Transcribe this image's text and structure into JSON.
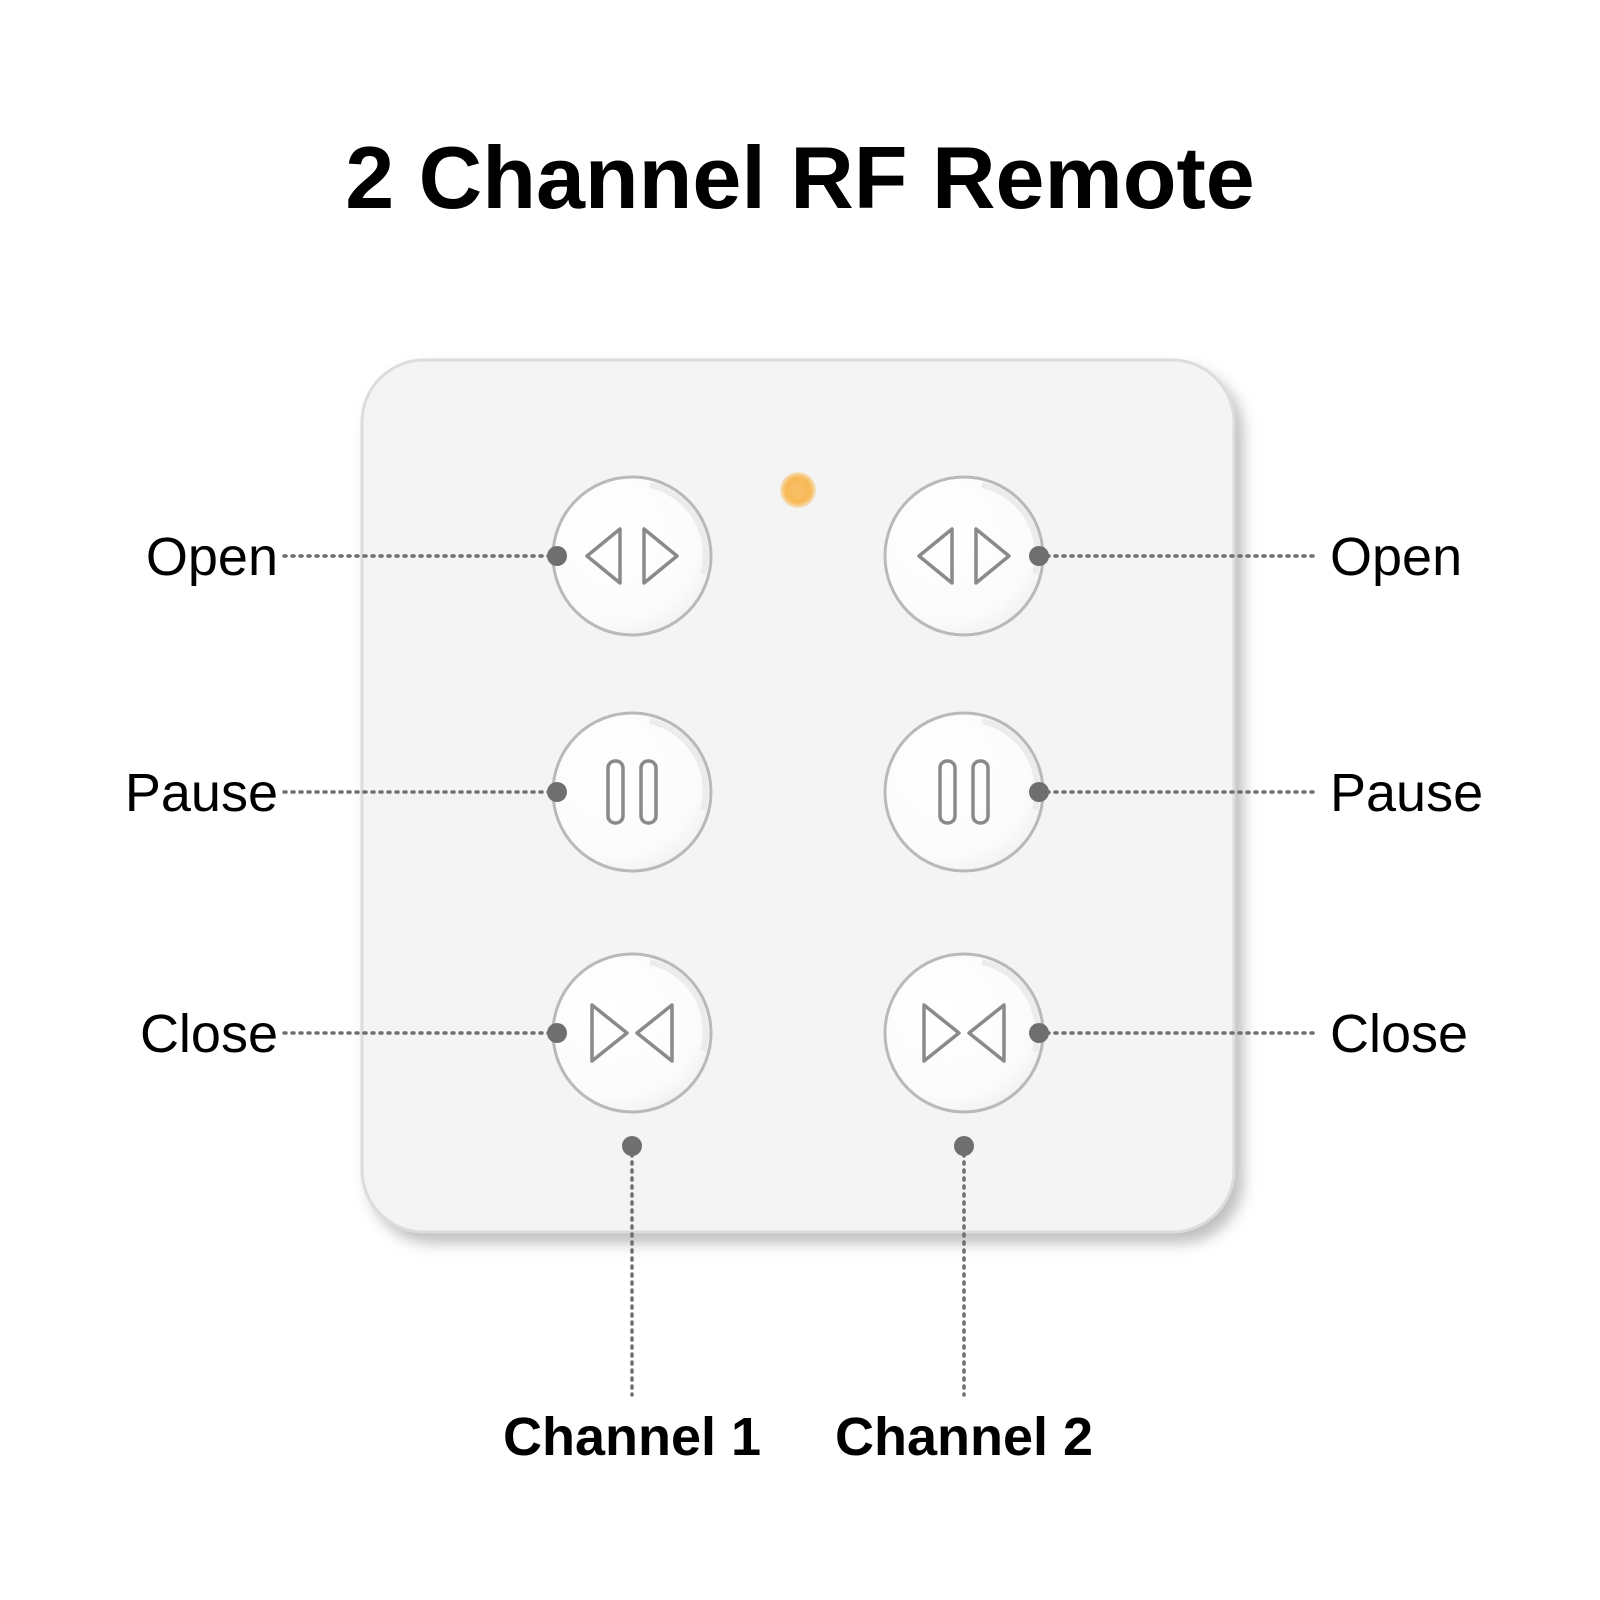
{
  "title": "2 Channel RF Remote",
  "colors": {
    "panel": "#f4f4f4",
    "panel_edge": "#c9c9c9",
    "button_face": "#ffffff",
    "button_ring": "#b9b9b9",
    "icon_stroke": "#8a8a8a",
    "indicator_led": "#f7b955",
    "leader_dot": "#6f6f6f",
    "text": "#000000"
  },
  "remote": {
    "indicator": "led-indicator",
    "channels": [
      {
        "label": "Channel 1",
        "buttons": [
          {
            "action": "Open",
            "icon": "open-arrows-icon"
          },
          {
            "action": "Pause",
            "icon": "pause-icon"
          },
          {
            "action": "Close",
            "icon": "close-arrows-icon"
          }
        ]
      },
      {
        "label": "Channel 2",
        "buttons": [
          {
            "action": "Open",
            "icon": "open-arrows-icon"
          },
          {
            "action": "Pause",
            "icon": "pause-icon"
          },
          {
            "action": "Close",
            "icon": "close-arrows-icon"
          }
        ]
      }
    ]
  }
}
